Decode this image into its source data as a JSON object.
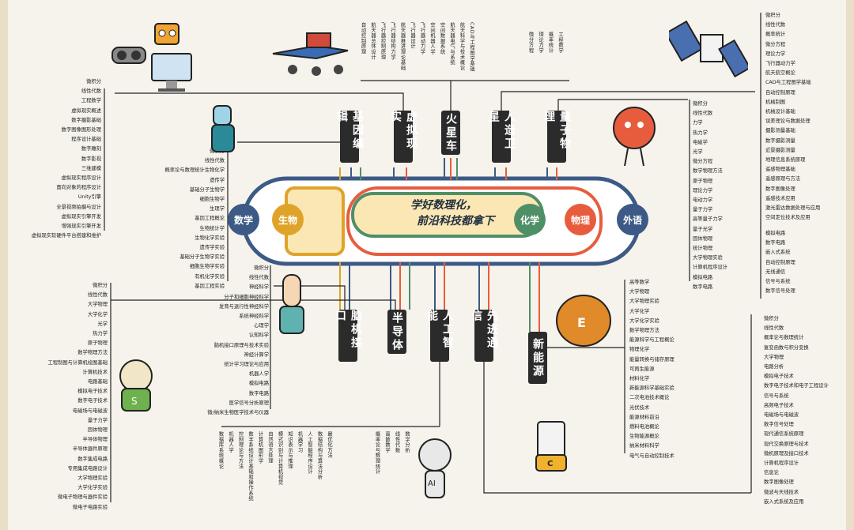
{
  "slogan": {
    "line1": "学好数理化，",
    "line2": "前沿科技都拿下"
  },
  "subjects": {
    "math": "数学",
    "biology": "生物",
    "chemistry": "化学",
    "physics": "物理",
    "english": "外语"
  },
  "subject_colors": {
    "math": "#3c5a85",
    "biology": "#e0a32a",
    "chemistry": "#4f8f68",
    "physics": "#e85c3e",
    "english": "#3c5a85"
  },
  "domains": {
    "gene": "基因编辑",
    "vr": "虚拟现实",
    "mars": "火星车",
    "satellite": "人造卫星",
    "quantum": "量子物理",
    "bci": "脑机接口",
    "semi": "半导体",
    "ai": "人工智能",
    "comm": "先进通信",
    "energy": "新能源"
  },
  "vr_list": [
    "微积分",
    "线性代数",
    "工程数学",
    "虚拟现实概述",
    "数字摄影基础",
    "数字图像图形处理",
    "程序设计基础",
    "数字雕刻",
    "数字影视",
    "三维建模",
    "虚拟现实程序设计",
    "面向对象的程序设计",
    "Unity引擎",
    "全景视频拍摄与设计",
    "虚拟现实引擎开发",
    "增强现实引擎开发",
    "虚拟现实软硬件平台搭建和维护"
  ],
  "gene_list": [
    "微积分",
    "线性代数",
    "概率论与数理统计生物化学",
    "遗传学",
    "基础分子生物学",
    "细胞生物学",
    "生理学",
    "基因工程概论",
    "生物统计学",
    "生物化学实验",
    "遗传学实验",
    "基础分子生物学实验",
    "细胞生物学实验",
    "有机化学实验",
    "基因工程实验"
  ],
  "mars_list": [
    "自动控制原理",
    "航天器总体设计",
    "飞行器控制原理",
    "飞行器结构力学",
    "航天器推进理论基础",
    "飞行器设计",
    "飞行器动力学",
    "空间机器人学",
    "空间数据系统",
    "航天器电气与系统",
    "航天科学与技术概论",
    "CAD与工程图学基础"
  ],
  "quantum_top_list": [
    "微分方程",
    "理论力学",
    "概率统计",
    "工程数学"
  ],
  "satellite_list": [
    "微积分",
    "线性代数",
    "概率统计",
    "微分方程",
    "理论力学",
    "飞行器动力学",
    "航天航空概论",
    "CAD与工程图学基础",
    "自动控制原理",
    "机械制图",
    "机械设计基础",
    "误差理论与数据处理",
    "摄影测量基础",
    "数字摄影测量",
    "近景摄影测量",
    "地理信息系统原理",
    "遥感物理基础",
    "遥感原理与方法",
    "数字图像处理",
    "遥感技术应用",
    "激光雷达数据处理与应用",
    "空间定位技术及应用"
  ],
  "quantum_list": [
    "微积分",
    "线性代数",
    "力学",
    "热力学",
    "电磁学",
    "光学",
    "微分方程",
    "数学物理方法",
    "原子物理",
    "理论力学",
    "电动力学",
    "量子力学",
    "高等量子力学",
    "量子光学",
    "固体物理",
    "统计物理",
    "大学物理实验",
    "计算机程序设计",
    "模拟电路",
    "数字电路"
  ],
  "satellite_list2": [
    "模拟电路",
    "数字电路",
    "嵌入式系统",
    "自动控制原理",
    "无线通信",
    "信号与系统",
    "数字信号处理"
  ],
  "bci_list": [
    "微积分",
    "线性代数",
    "神经科学",
    "分子和细胞神经科学",
    "发育与退行性神经科学",
    "系统神经科学",
    "心理学",
    "认知科学",
    "脑机接口原理与技术实验",
    "神经计算学",
    "统计学习理论与应用",
    "机器人学",
    "模拟电路",
    "数字电路",
    "医学信号分析原理",
    "微/纳米生物医学技术与仪器"
  ],
  "semi_list": [
    "微积分",
    "线性代数",
    "大学物理",
    "大学化学",
    "光学",
    "热力学",
    "原子物理",
    "数学物理方法",
    "工程制图与计算机绘图基础",
    "计算机技术",
    "电路基础",
    "模拟电子技术",
    "数字电子技术",
    "电磁场与电磁波",
    "量子力学",
    "固体物理",
    "半导体物理",
    "半导体器件原理",
    "数字集成电路",
    "专用集成电路设计",
    "大学物理实验",
    "大学化学实验",
    "微电子物理与器件实验",
    "微电子电路实验"
  ],
  "ai_list": [
    "数据库系统概论",
    "机器人学",
    "控制理论与方法",
    "数字系统设计基础和操作系统",
    "计算机图形学",
    "自然语言处理",
    "模式识别与计算机视觉",
    "知识表示与推理",
    "机器学习",
    "人工智能程序设计",
    "数据结构与算法分析",
    "最优化方法",
    "概率论与数理统计",
    "离散数学",
    "线性代数",
    "数学分析"
  ],
  "energy_list": [
    "高等数学",
    "大学物理",
    "大学物理实验",
    "大学化学",
    "大学化学实验",
    "数学物理方法",
    "能源科学与工程概论",
    "物理化学",
    "能量转换与储存原理",
    "可再生能源",
    "材料化学",
    "新能源科学基础实验",
    "二次电池技术概论",
    "光伏技术",
    "能源材料前沿",
    "燃料电池概论",
    "生物能源概论",
    "纳米材料科学",
    "电气与自动控制技术"
  ],
  "comm_list": [
    "微积分",
    "线性代数",
    "概率论与数理统计",
    "复变函数与积分变换",
    "大学物理",
    "电路分析",
    "模拟电子技术",
    "数字电子技术和电子工程设计",
    "信号与系统",
    "高频电子技术",
    "电磁场与电磁波",
    "数字信号处理",
    "现代通信系统原理",
    "现代交换原理与技术",
    "微机原理及接口技术",
    "计算机程序设计",
    "信息论",
    "数字图像处理",
    "微波与天线技术",
    "嵌入式系统及应用"
  ]
}
